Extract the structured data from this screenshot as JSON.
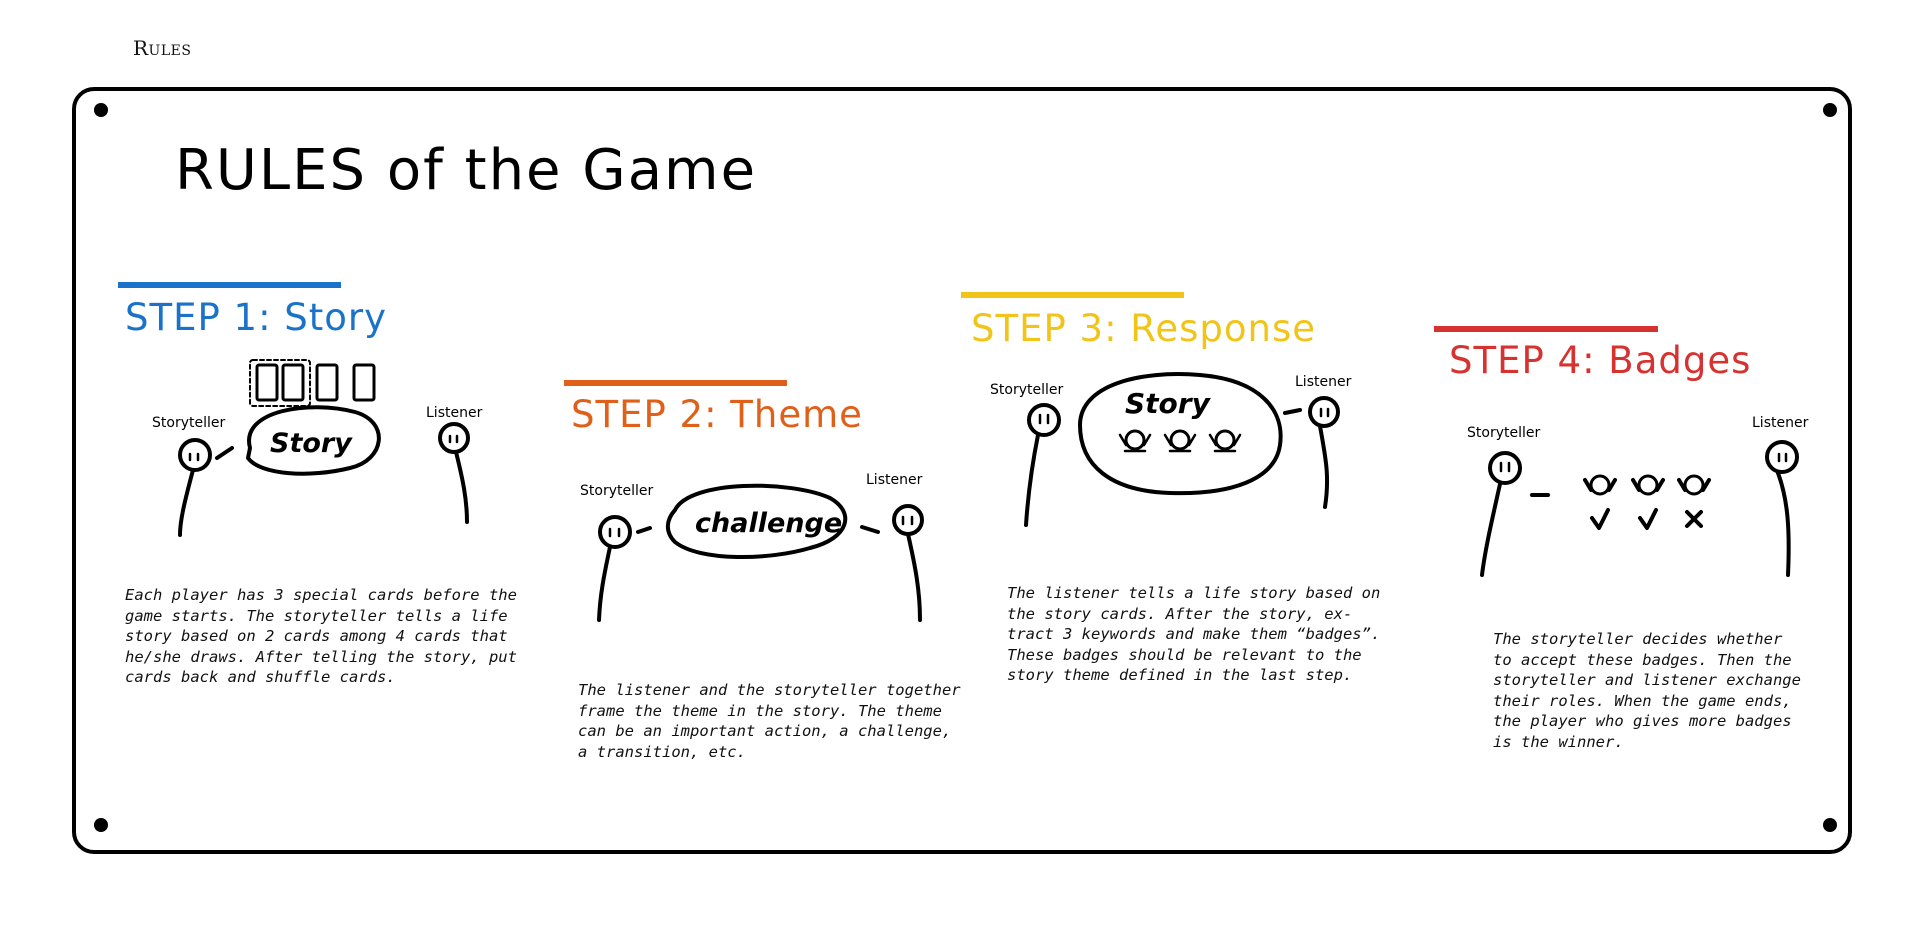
{
  "header": {
    "label": "Rules"
  },
  "board": {
    "title": "RULES of the Game",
    "steps": [
      {
        "title": "STEP 1: Story",
        "color": "#1a73c8",
        "storyteller": "Storyteller",
        "listener": "Listener",
        "bubble": "Story",
        "description": "Each player has 3 special cards before the\ngame starts. The storyteller tells a life\nstory based on 2 cards among 4 cards that\nhe/she draws. After telling the story, put\ncards back and shuffle cards."
      },
      {
        "title": "STEP 2: Theme",
        "color": "#e0601a",
        "storyteller": "Storyteller",
        "listener": "Listener",
        "bubble": "challenge",
        "description": "The listener and the storyteller together\nframe the theme in the story. The theme\ncan be an important action, a challenge,\na transition, etc."
      },
      {
        "title": "STEP 3: Response",
        "color": "#f2c418",
        "storyteller": "Storyteller",
        "listener": "Listener",
        "bubble": "Story",
        "description": "The listener tells a life story based on\nthe story cards. After the story, ex-\ntract 3 keywords and make them “badges”.\nThese badges should be relevant to the\nstory theme defined in the last step."
      },
      {
        "title": "STEP 4: Badges",
        "color": "#d63330",
        "storyteller": "Storyteller",
        "listener": "Listener",
        "description": "The storyteller decides whether\nto accept these badges. Then the\nstoryteller and listener exchange\ntheir roles. When the game ends,\nthe player who gives more badges\nis the winner."
      }
    ]
  }
}
